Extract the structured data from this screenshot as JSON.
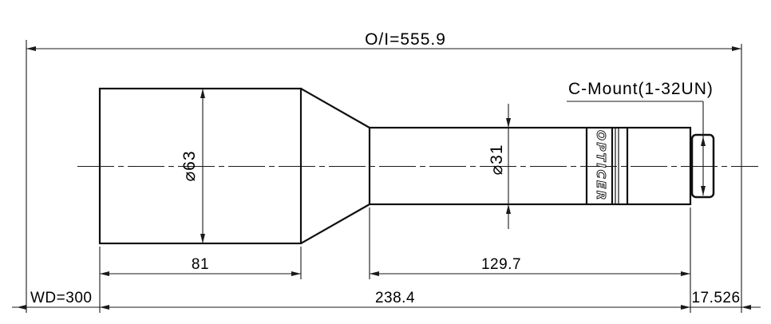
{
  "drawing": {
    "kind": "lens-outline-mechanical-drawing",
    "background_color": "#ffffff",
    "line_color": "#101010",
    "labels": {
      "overall_length": "O/I=555.9",
      "mount": "C-Mount(1-32UN)",
      "front_diameter": "⌀63",
      "barrel_diameter": "⌀31",
      "front_body_length": "81",
      "barrel_length": "129.7",
      "lens_total_length": "238.4",
      "working_distance": "WD=300",
      "flange_focal_distance": "17.526",
      "brand": "OPTICER"
    }
  }
}
